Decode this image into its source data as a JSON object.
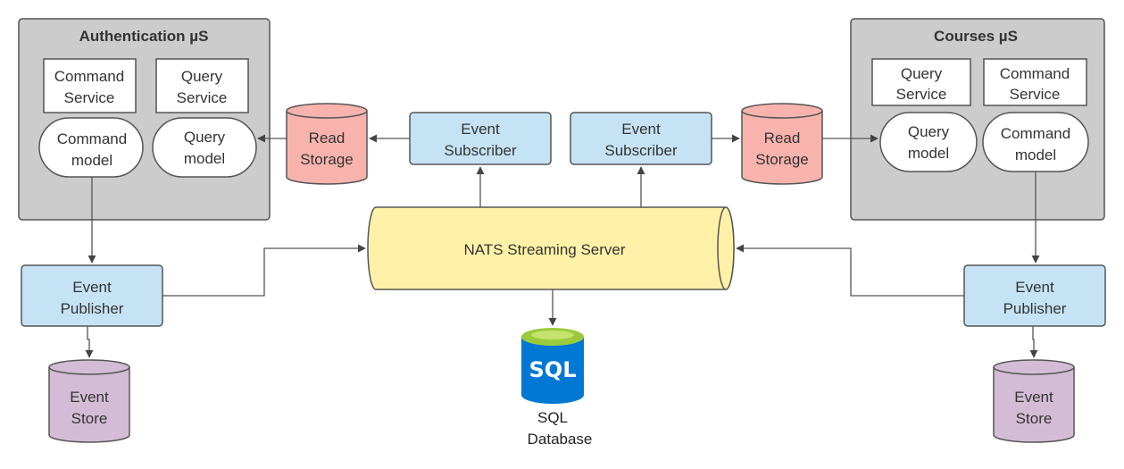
{
  "colors": {
    "microservice_fill": "#cccccc",
    "event_fill": "#c5e3f5",
    "read_storage_fill": "#f8b3ad",
    "event_store_fill": "#d4bcd6",
    "nats_fill": "#fff2a8",
    "sql_blue": "#0078d4",
    "sql_green": "#9bcb3c",
    "edge": "#555555"
  },
  "auth": {
    "title": "Authentication µS",
    "command_service": [
      "Command",
      "Service"
    ],
    "query_service": [
      "Query",
      "Service"
    ],
    "command_model": [
      "Command",
      "model"
    ],
    "query_model": [
      "Query",
      "model"
    ]
  },
  "courses": {
    "title": "Courses µS",
    "query_service": [
      "Query",
      "Service"
    ],
    "command_service": [
      "Command",
      "Service"
    ],
    "query_model": [
      "Query",
      "model"
    ],
    "command_model": [
      "Command",
      "model"
    ]
  },
  "read_storage_left": [
    "Read",
    "Storage"
  ],
  "read_storage_right": [
    "Read",
    "Storage"
  ],
  "event_subscriber_left": [
    "Event",
    "Subscriber"
  ],
  "event_subscriber_right": [
    "Event",
    "Subscriber"
  ],
  "event_publisher_left": [
    "Event",
    "Publisher"
  ],
  "event_publisher_right": [
    "Event",
    "Publisher"
  ],
  "event_store_left": [
    "Event",
    "Store"
  ],
  "event_store_right": [
    "Event",
    "Store"
  ],
  "nats": "NATS Streaming Server",
  "sql_icon_text": "SQL",
  "sql_database": [
    "SQL",
    "Database"
  ],
  "icons": [
    "sql-database-icon"
  ]
}
